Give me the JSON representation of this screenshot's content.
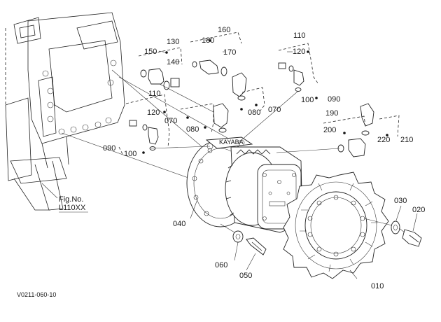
{
  "figure_ref": {
    "line1": "Fig.No.",
    "line2": "L110XX"
  },
  "drawing_code": "V0211-060-10",
  "callouts": [
    {
      "id": "c010",
      "label": "010"
    },
    {
      "id": "c020",
      "label": "020"
    },
    {
      "id": "c030",
      "label": "030"
    },
    {
      "id": "c040",
      "label": "040"
    },
    {
      "id": "c050",
      "label": "050"
    },
    {
      "id": "c060",
      "label": "060"
    },
    {
      "id": "c070a",
      "label": "070"
    },
    {
      "id": "c070b",
      "label": "070"
    },
    {
      "id": "c080a",
      "label": "080"
    },
    {
      "id": "c080b",
      "label": "080"
    },
    {
      "id": "c090a",
      "label": "090"
    },
    {
      "id": "c090b",
      "label": "090"
    },
    {
      "id": "c100a",
      "label": "100"
    },
    {
      "id": "c100b",
      "label": "100"
    },
    {
      "id": "c110a",
      "label": "110"
    },
    {
      "id": "c110b",
      "label": "110"
    },
    {
      "id": "c120a",
      "label": "120"
    },
    {
      "id": "c120b",
      "label": "120"
    },
    {
      "id": "c130",
      "label": "130"
    },
    {
      "id": "c140",
      "label": "140"
    },
    {
      "id": "c150",
      "label": "150"
    },
    {
      "id": "c160",
      "label": "160"
    },
    {
      "id": "c170",
      "label": "170"
    },
    {
      "id": "c180",
      "label": "180"
    },
    {
      "id": "c190",
      "label": "190"
    },
    {
      "id": "c200",
      "label": "200"
    },
    {
      "id": "c210",
      "label": "210"
    },
    {
      "id": "c220",
      "label": "220"
    }
  ]
}
